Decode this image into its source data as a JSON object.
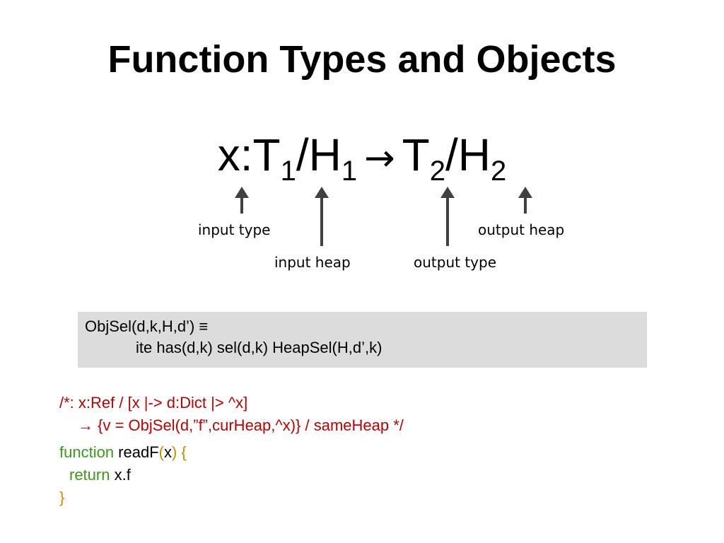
{
  "title": "Function Types and Objects",
  "formula": {
    "x": "x",
    "colon": ":",
    "t1": "T",
    "sub1a": "1",
    "slash1": "/",
    "h1": "H",
    "sub1b": "1",
    "arrow": "→",
    "t2": "T",
    "sub2a": "2",
    "slash2": "/",
    "h2": "H",
    "sub2b": "2"
  },
  "annotations": {
    "input_type": "input type",
    "input_heap": "input heap",
    "output_type": "output type",
    "output_heap": "output heap"
  },
  "definition": {
    "line1_text": "ObjSel(d,k,H,d’)",
    "equiv_symbol": "≡",
    "line2": "ite has(d,k) sel(d,k) HeapSel(H,d’,k)"
  },
  "code": {
    "comment_line1": "/*: x:Ref / [x |-> d:Dict |> ^x]",
    "comment_arrow": "→",
    "comment_line2": " {v = ObjSel(d,”f”,curHeap,^x)} / sameHeap */",
    "kw_function": "function",
    "fn_name": " readF",
    "paren_open": "(",
    "param": "x",
    "paren_close": ")",
    "brace_open": " {",
    "kw_return": "return",
    "return_expr": " x.f",
    "brace_close": "}"
  },
  "colors": {
    "comment": "#c00000",
    "keyword": "#3a9a18",
    "punctuation": "#cc8a00",
    "box": "#dcdcdc",
    "arrow": "#404040"
  }
}
